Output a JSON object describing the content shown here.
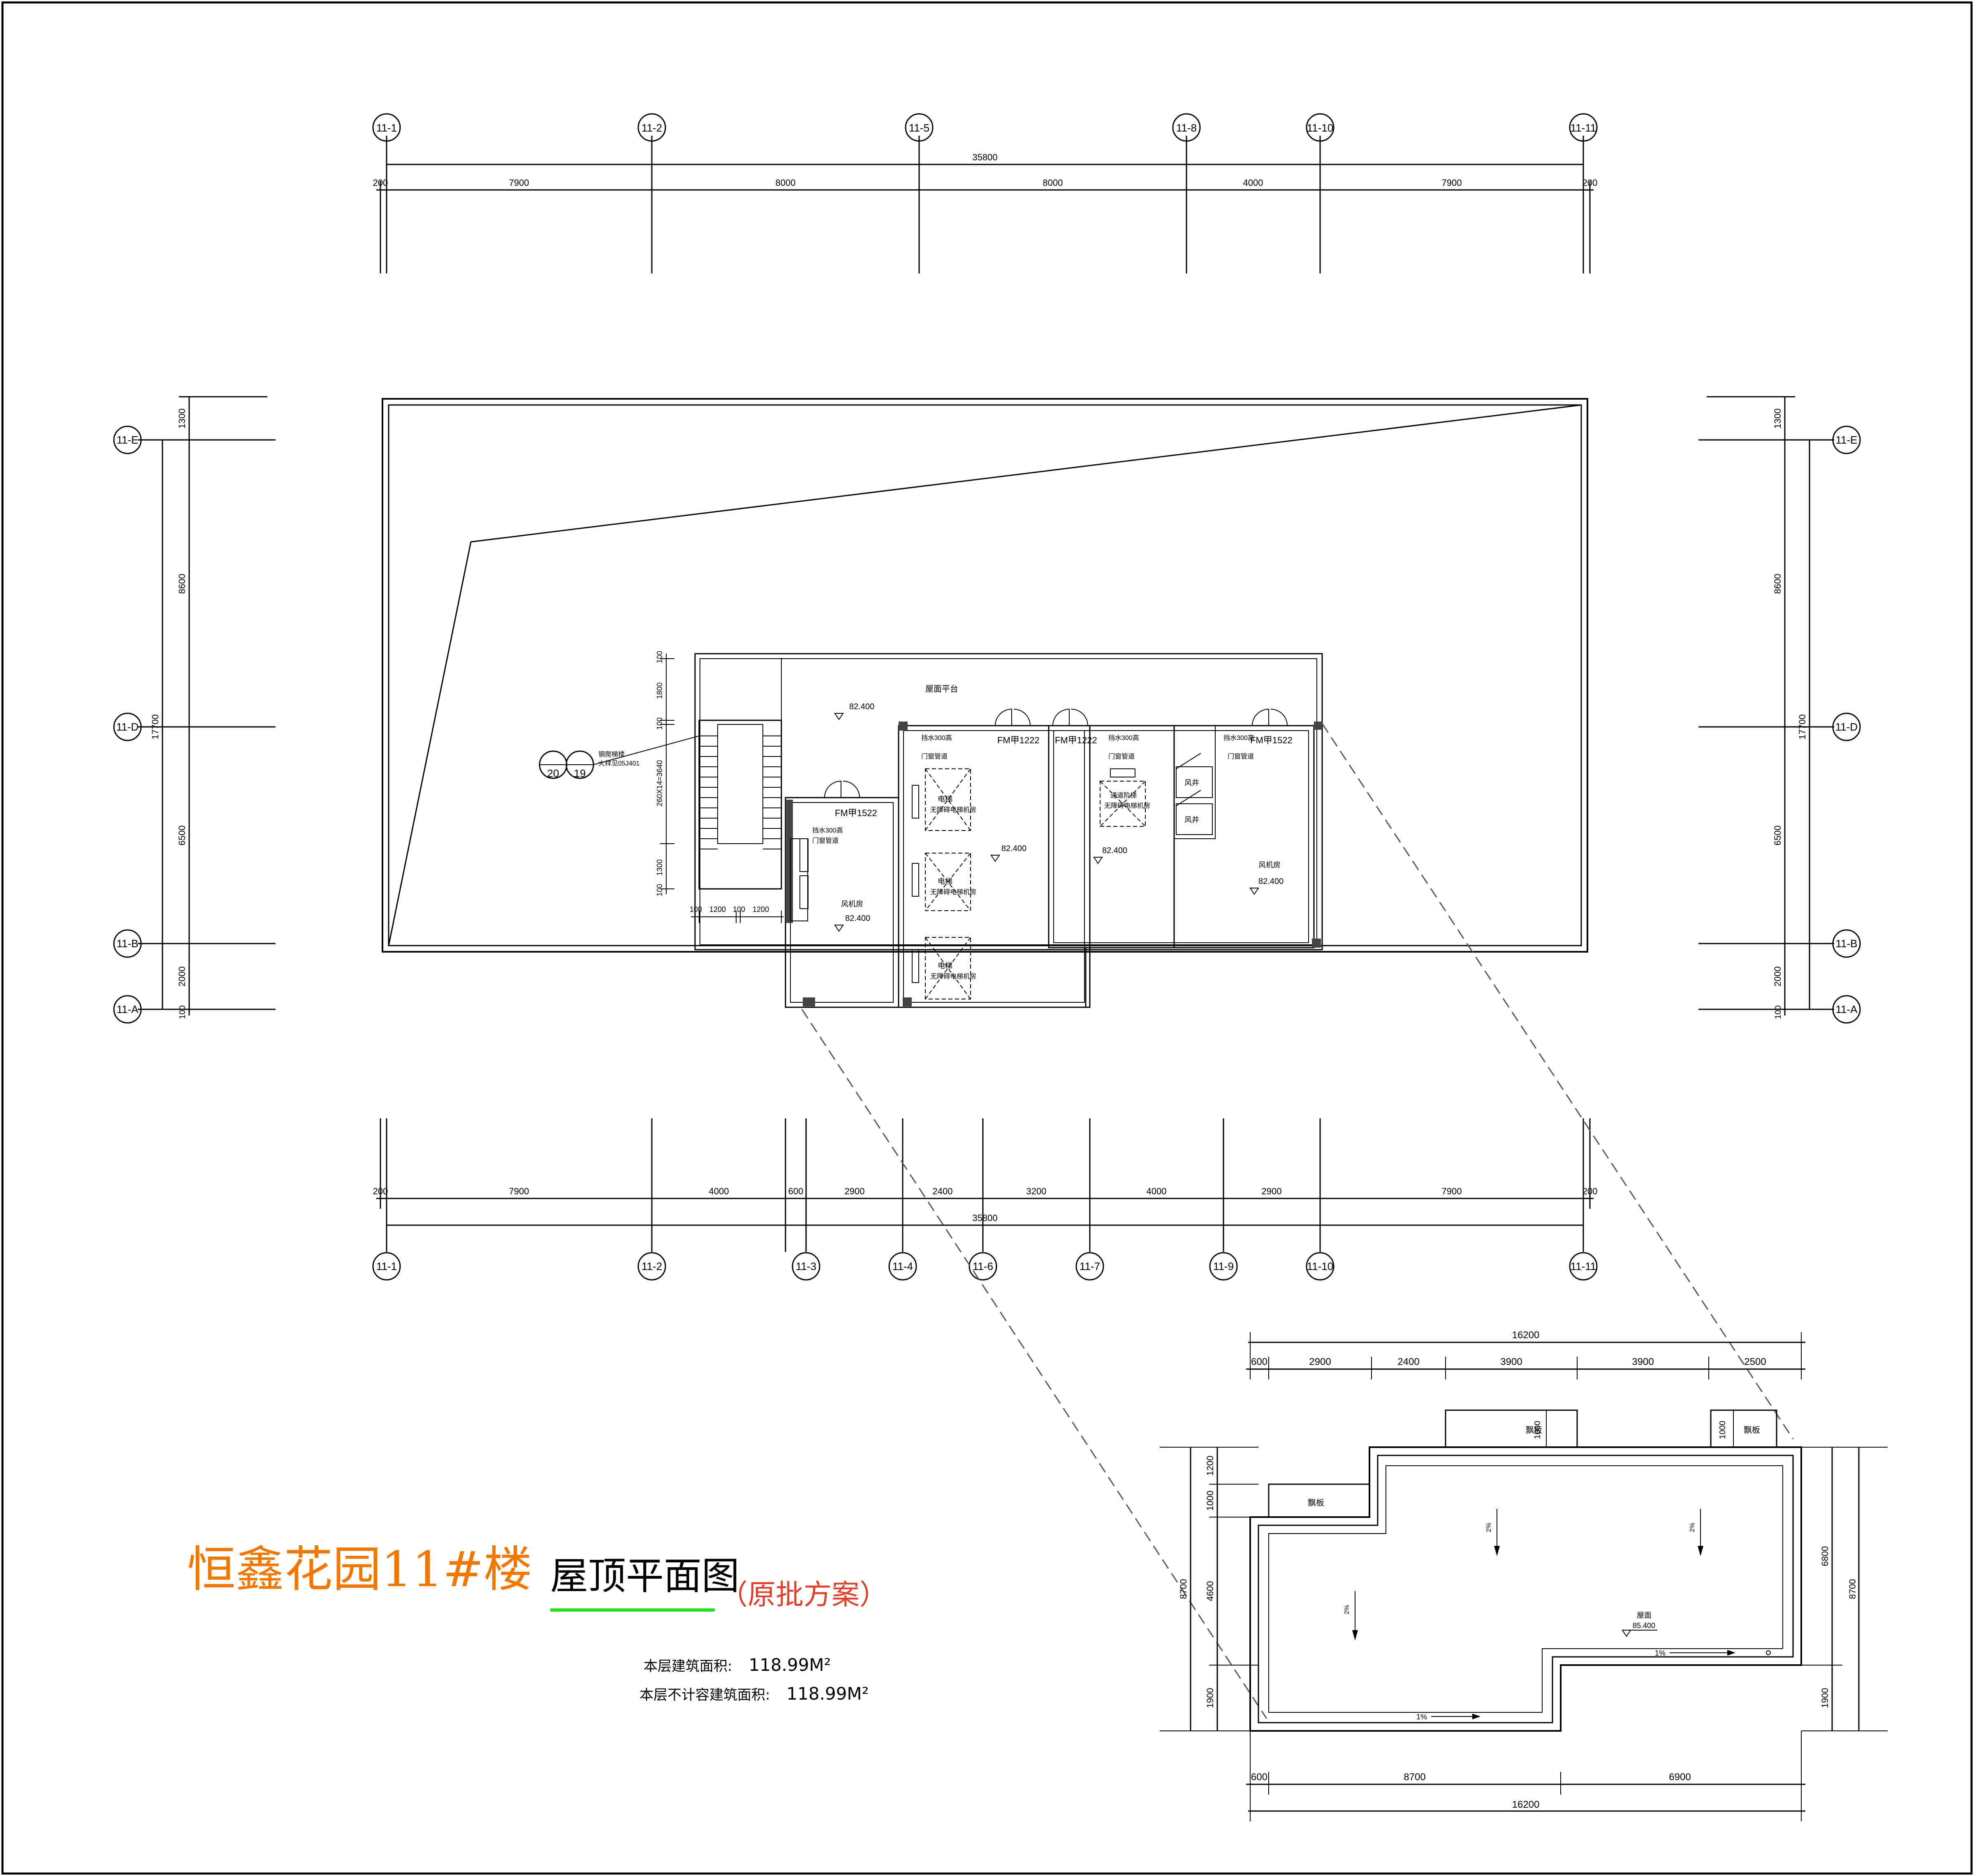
{
  "title": {
    "main": "恒鑫花园11#楼",
    "sub": "屋顶平面图",
    "note": "（原批方案）"
  },
  "areas": [
    {
      "label": "本层建筑面积:",
      "value": "118.99M²"
    },
    {
      "label": "本层不计容建筑面积:",
      "value": "118.99M²"
    }
  ],
  "axes": {
    "top": [
      "11-1",
      "11-2",
      "11-5",
      "11-8",
      "11-10",
      "11-11"
    ],
    "bottom": [
      "11-1",
      "11-2",
      "11-3",
      "11-4",
      "11-6",
      "11-7",
      "11-9",
      "11-10",
      "11-11"
    ],
    "side": [
      "11-E",
      "11-D",
      "11-B",
      "11-A"
    ]
  },
  "dims": {
    "top_total": "35800",
    "top": [
      "200",
      "7900",
      "8000",
      "8000",
      "4000",
      "7900",
      "200"
    ],
    "bottom": [
      "200",
      "7900",
      "4000",
      "600",
      "2900",
      "2400",
      "3200",
      "4000",
      "2900",
      "7900",
      "200"
    ],
    "bottom_total": "35800",
    "left": [
      "1300",
      "8600",
      "6500",
      "2000",
      "100"
    ],
    "left_total": "17700",
    "right": [
      "1300",
      "8600",
      "6500",
      "2000",
      "100"
    ],
    "right_total": "17700",
    "stair_v": [
      "100",
      "1800",
      "100",
      "260X14=3640",
      "1300",
      "100"
    ],
    "stair_h": [
      "100",
      "1200",
      "100",
      "1200"
    ],
    "detail_top_total": "16200",
    "detail_top": [
      "600",
      "2900",
      "2400",
      "3900",
      "3900",
      "2500"
    ],
    "detail_bottom": [
      "600",
      "8700",
      "6900"
    ],
    "detail_bottom_total": "16200",
    "detail_left": [
      "1200",
      "1000",
      "4600",
      "1900"
    ],
    "detail_left_total": "8700",
    "detail_right": [
      "6800",
      "1900"
    ],
    "detail_right_total": "8700",
    "detail_bump_1": "1000",
    "detail_bump_2": "1000"
  },
  "rooms": {
    "terrace": "屋面平台",
    "elev_level": "82.400",
    "stair_note_1": "钢爬梯楼",
    "stair_note_2": "大样见05J401",
    "stair_ref_a": "20",
    "stair_ref_b": "19",
    "door_fm1": "FM甲1522",
    "door_fm2": "FM甲1222",
    "door_fm3": "FM甲1222",
    "door_fm4": "FM甲1522",
    "sill": "挡水300高",
    "sill_sub": "门窗管道",
    "fan_room": "风机房",
    "machine_room_1": "电梯",
    "machine_room_2": "无障碍电梯机房",
    "shaft": "风井",
    "pipe_room": "通道阶梯"
  },
  "detail": {
    "parapet": "飘板",
    "roof_label": "屋面",
    "roof_level": "85.400",
    "slope_1": "1%",
    "slope_2": "1%",
    "slope_v1": "2%",
    "slope_v2": "2%",
    "slope_v3": "2%"
  }
}
